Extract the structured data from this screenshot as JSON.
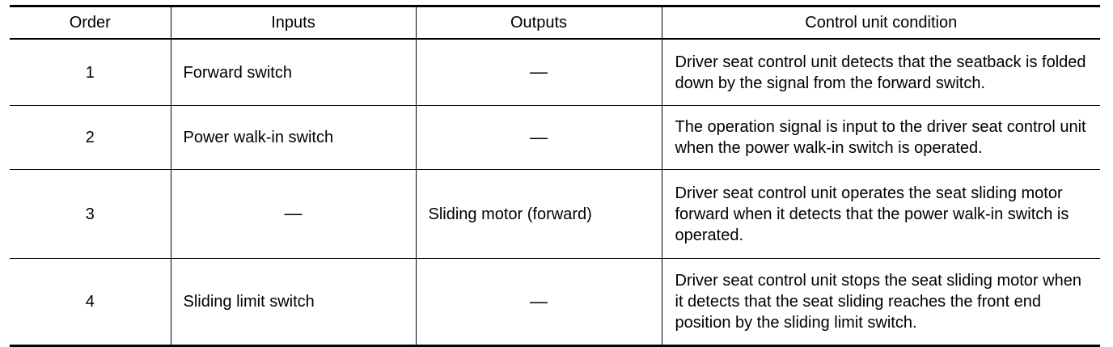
{
  "table": {
    "headers": {
      "order": "Order",
      "inputs": "Inputs",
      "outputs": "Outputs",
      "condition": "Control unit condition"
    },
    "rows": [
      {
        "order": "1",
        "inputs": "Forward switch",
        "outputs": "—",
        "condition": "Driver seat control unit detects that the seatback is folded down by the signal from the forward switch."
      },
      {
        "order": "2",
        "inputs": "Power walk-in switch",
        "outputs": "—",
        "condition": "The operation signal is input to the driver seat control unit when the power walk-in switch is operated."
      },
      {
        "order": "3",
        "inputs": "—",
        "outputs": "Sliding motor (forward)",
        "condition": "Driver seat control unit operates the seat sliding motor forward when it detects that the power walk-in switch is operated."
      },
      {
        "order": "4",
        "inputs": "Sliding limit switch",
        "outputs": "—",
        "condition": "Driver seat control unit stops the seat sliding motor when it detects that the seat sliding reaches the front end position by the sliding limit switch."
      }
    ]
  }
}
